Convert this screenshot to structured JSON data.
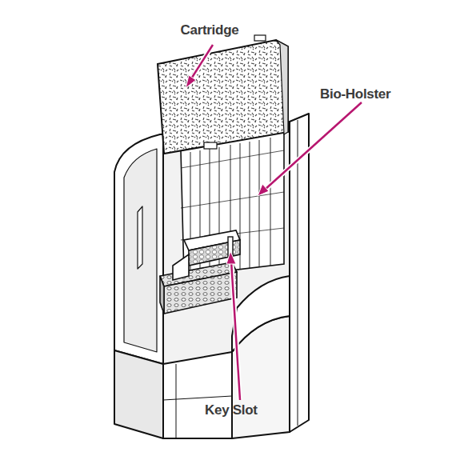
{
  "diagram": {
    "labels": [
      "Cartridge",
      "Bio-Holster",
      "Key Slot"
    ]
  }
}
